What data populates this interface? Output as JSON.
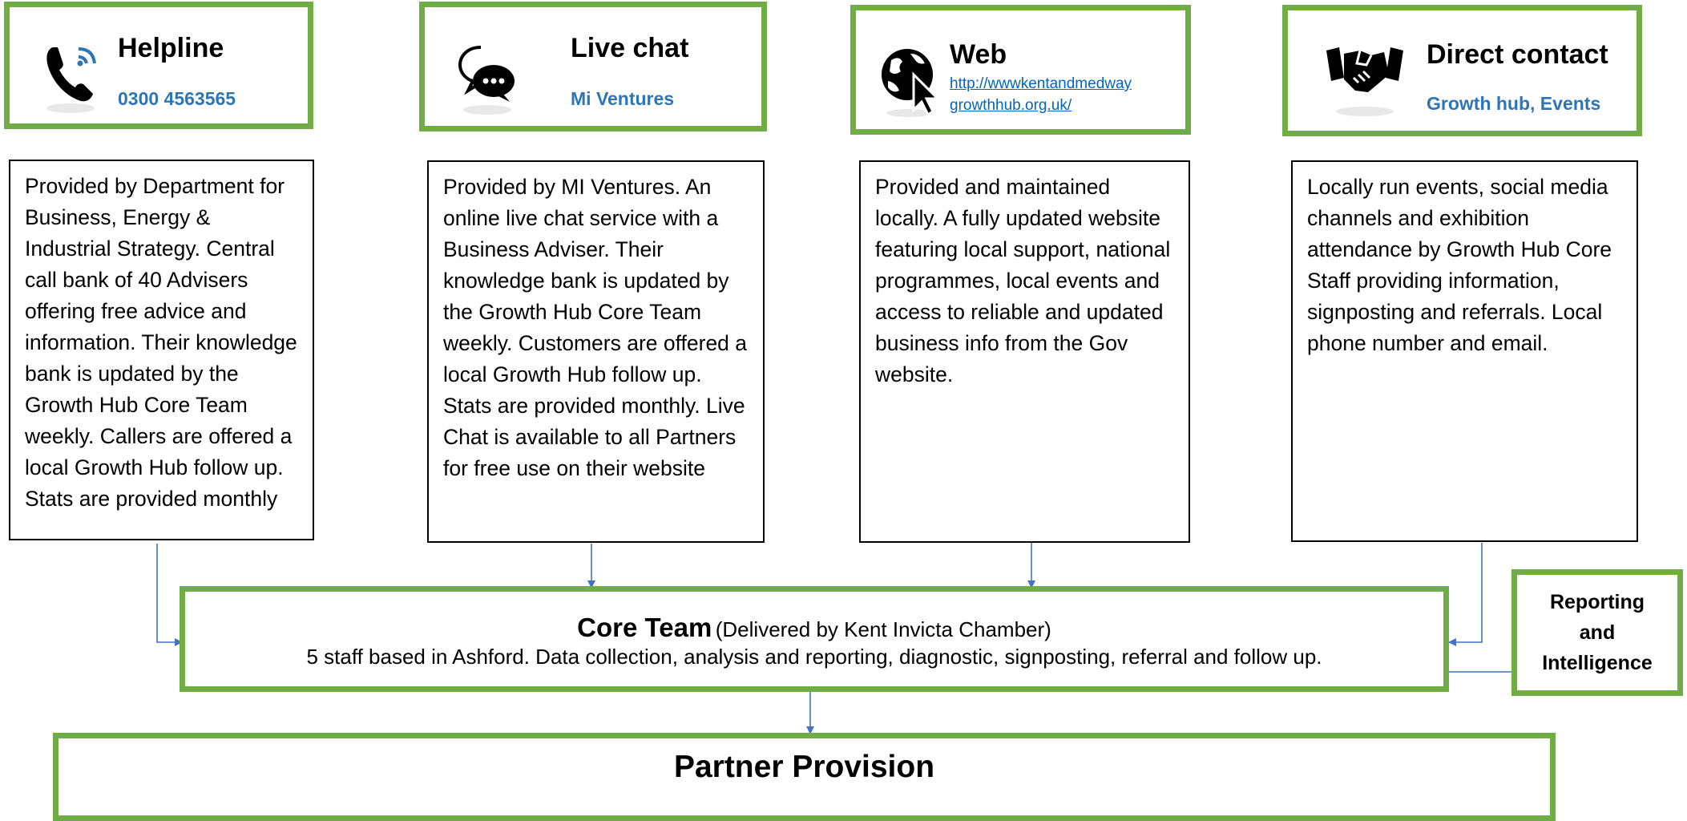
{
  "channels": [
    {
      "title": "Helpline",
      "subtitle": "0300 4563565",
      "icon": "phone-icon",
      "description": "Provided by Department for Business, Energy & Industrial Strategy. Central call bank of 40 Advisers offering free advice and information. Their knowledge bank is updated by the Growth Hub Core Team weekly. Callers are offered a local Growth Hub follow up. Stats are provided monthly"
    },
    {
      "title": "Live chat",
      "subtitle": "Mi Ventures",
      "icon": "chat-bubble-icon",
      "description": "Provided by MI Ventures. An online live chat service with a Business Adviser. Their knowledge bank is updated by the Growth Hub Core Team weekly. Customers are offered a local Growth Hub follow up. Stats are provided monthly. Live Chat is available to all Partners for free use on their website"
    },
    {
      "title": "Web",
      "link_line1": "http://wwwkentandmedway",
      "link_line2": "growthhub.org.uk/",
      "icon": "globe-cursor-icon",
      "description": "Provided and maintained locally. A fully updated website featuring local support, national programmes, local events and access to reliable and updated business info from the Gov website."
    },
    {
      "title": "Direct contact",
      "subtitle": "Growth hub, Events",
      "icon": "handshake-icon",
      "description": "Locally run events, social media channels and exhibition attendance by Growth Hub Core Staff providing information, signposting and referrals. Local phone number and email."
    }
  ],
  "core_team": {
    "title": "Core Team",
    "title_note": "(Delivered by Kent Invicta Chamber)",
    "description": "5 staff based in Ashford. Data collection, analysis and reporting, diagnostic, signposting, referral and follow up."
  },
  "reporting": {
    "line1": "Reporting",
    "line2": "and",
    "line3": "Intelligence"
  },
  "partner_provision": {
    "title": "Partner Provision"
  },
  "colors": {
    "box_border": "#70ad47",
    "subtitle": "#2e75b6",
    "link": "#0563c1",
    "connector": "#4472c4"
  }
}
